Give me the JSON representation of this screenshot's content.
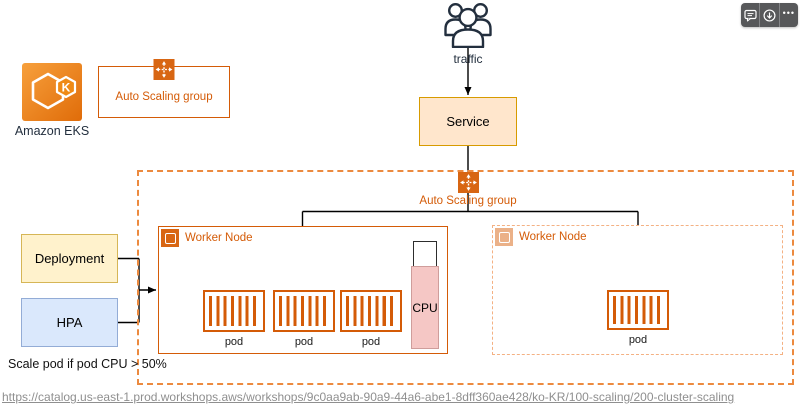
{
  "colors": {
    "orange": "#D45B07",
    "icon_orange": "#D86613",
    "outer_dash_border": "#EC8A3F",
    "worker2_dash_border": "#F4B183",
    "service_fill": "#FFE6CC",
    "service_border": "#D79B00",
    "deployment_fill": "#FFF2CC",
    "deployment_border": "#D6B656",
    "hpa_fill": "#DAE8FC",
    "hpa_border": "#93ACD6",
    "cpu_gauge_fill": "#F5C7C5",
    "dark_navy": "#232F3E",
    "link_gray": "#8F8F8F",
    "toolbar_bg": "#57585A"
  },
  "toolbar": {
    "comment_icon": "comment-bubble",
    "download_icon": "download-circle",
    "more_label": "•••"
  },
  "legend": {
    "eks_label": "Amazon EKS",
    "eks_monogram": "K",
    "asg_label": "Auto Scaling group"
  },
  "diagram": {
    "traffic_label": "traffic",
    "service_label": "Service",
    "asg_label": "Auto Scaling group",
    "worker_node_1": {
      "label": "Worker Node",
      "pods": [
        "pod",
        "pod",
        "pod"
      ],
      "cpu_label": "CPU"
    },
    "worker_node_2": {
      "label": "Worker Node",
      "pods": [
        "pod"
      ]
    },
    "deployment_label": "Deployment",
    "hpa_label": "HPA",
    "scaling_note": "Scale pod if pod CPU > 50%"
  },
  "status_bar": {
    "url": "https://catalog.us-east-1.prod.workshops.aws/workshops/9c0aa9ab-90a9-44a6-abe1-8dff360ae428/ko-KR/100-scaling/200-cluster-scaling"
  }
}
